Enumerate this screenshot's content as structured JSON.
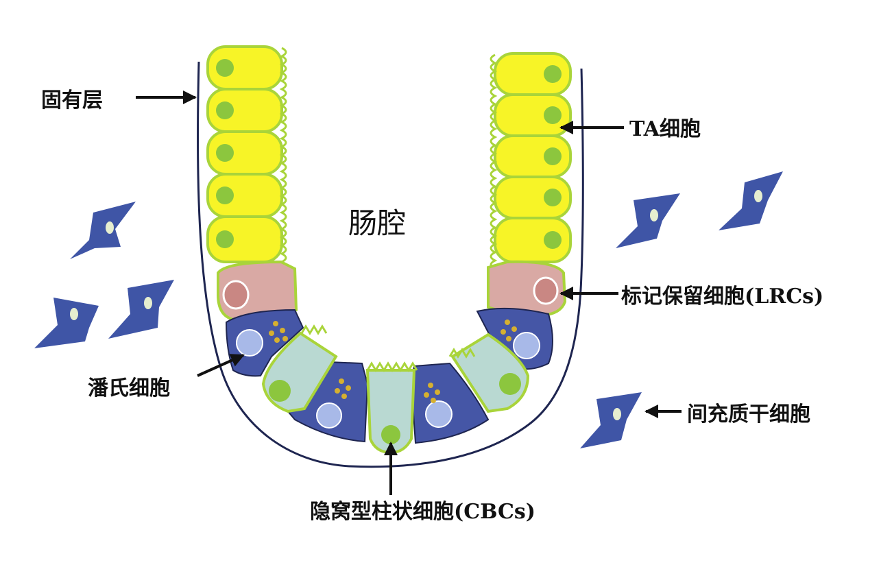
{
  "labels": {
    "lamina_propria": "固有层",
    "ta_cells": "TA细胞",
    "lumen": "肠腔",
    "lrcs": "标记保留细胞(LRCs)",
    "paneth": "潘氏细胞",
    "mesenchymal": "间充质干细胞",
    "cbcs": "隐窝型柱状细胞(CBCs)"
  },
  "colors": {
    "ta_cell_fill": "#f7f427",
    "ta_cell_border": "#a9d43a",
    "nucleus_green": "#8cc63e",
    "lrc_fill": "#d9a9a4",
    "lrc_nucleus": "#c98783",
    "paneth_fill": "#4556a6",
    "paneth_nucleus": "#a8b9e8",
    "granule": "#d6b030",
    "cbc_fill": "#b9d9d2",
    "mesenchymal_fill": "#3f55a6",
    "outline": "#1e2550"
  }
}
